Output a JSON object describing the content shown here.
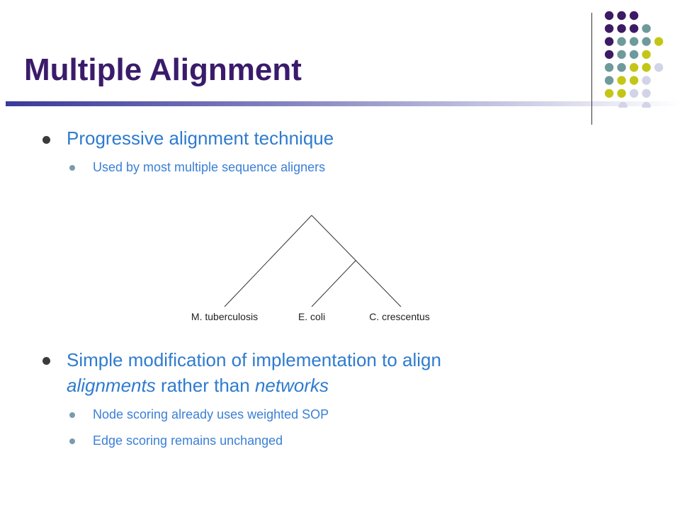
{
  "slide": {
    "title": "Multiple Alignment",
    "bullets": [
      {
        "text": "Progressive alignment technique",
        "sub": [
          "Used by most multiple sequence aligners"
        ]
      },
      {
        "line1": "Simple modification of implementation to align",
        "line2_em1": "alignments",
        "line2_mid": " rather than ",
        "line2_em2": "networks",
        "sub": [
          "Node scoring already uses weighted SOP",
          "Edge scoring remains unchanged"
        ]
      }
    ]
  },
  "tree": {
    "leaves": [
      "M. tuberculosis",
      "E. coli",
      "C. crescentus"
    ]
  },
  "colors": {
    "title": "#3a1b6b",
    "bullet_text": "#2e7bcf",
    "dot_purple": "#3d1a64",
    "dot_teal": "#6e9a9b",
    "dot_olive": "#c4c617",
    "dot_lavender": "#d3d3e8"
  }
}
